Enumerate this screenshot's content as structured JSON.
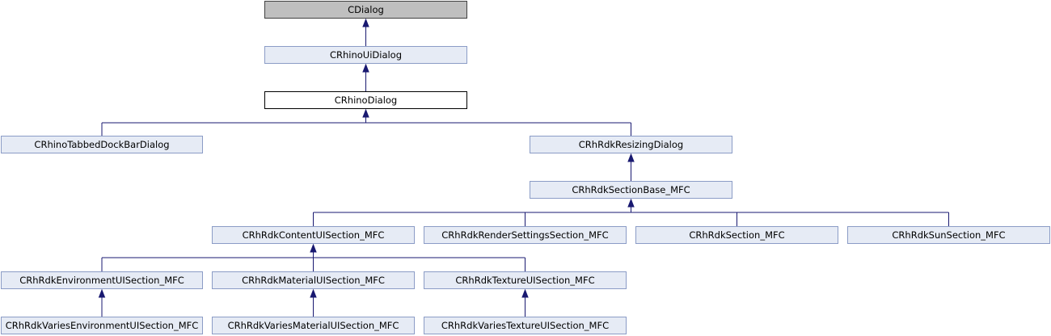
{
  "diagram": {
    "colors": {
      "node_fill": "#e6ebf5",
      "node_border": "#8b9cc6",
      "base_fill": "#bfbfbf",
      "edge": "#191970"
    },
    "nodes": {
      "cdialog": "CDialog",
      "crhinouidialog": "CRhinoUiDialog",
      "crhinodialog": "CRhinoDialog",
      "crhinotabbeddockbardialog": "CRhinoTabbedDockBarDialog",
      "crhrdkresizingdialog": "CRhRdkResizingDialog",
      "crhrdksectionbase_mfc": "CRhRdkSectionBase_MFC",
      "crhrdkcontentuisection_mfc": "CRhRdkContentUISection_MFC",
      "crhrdkrendersettingssection_mfc": "CRhRdkRenderSettingsSection_MFC",
      "crhrdksection_mfc": "CRhRdkSection_MFC",
      "crhrdksunsection_mfc": "CRhRdkSunSection_MFC",
      "crhrdkenvironmentuisection_mfc": "CRhRdkEnvironmentUISection_MFC",
      "crhrdkmaterialuisection_mfc": "CRhRdkMaterialUISection_MFC",
      "crhrdktextureuisection_mfc": "CRhRdkTextureUISection_MFC",
      "crhrdkvariesenvironmentuisection_mfc": "CRhRdkVariesEnvironmentUISection_MFC",
      "crhrdkvariesmaterialuisection_mfc": "CRhRdkVariesMaterialUISection_MFC",
      "crhrdkvariestextureuisection_mfc": "CRhRdkVariesTextureUISection_MFC"
    },
    "edges": [
      [
        "crhinouidialog",
        "cdialog"
      ],
      [
        "crhinodialog",
        "crhinouidialog"
      ],
      [
        "crhinotabbeddockbardialog",
        "crhinodialog"
      ],
      [
        "crhrdkresizingdialog",
        "crhinodialog"
      ],
      [
        "crhrdksectionbase_mfc",
        "crhrdkresizingdialog"
      ],
      [
        "crhrdkcontentuisection_mfc",
        "crhrdksectionbase_mfc"
      ],
      [
        "crhrdkrendersettingssection_mfc",
        "crhrdksectionbase_mfc"
      ],
      [
        "crhrdksection_mfc",
        "crhrdksectionbase_mfc"
      ],
      [
        "crhrdksunsection_mfc",
        "crhrdksectionbase_mfc"
      ],
      [
        "crhrdkenvironmentuisection_mfc",
        "crhrdkcontentuisection_mfc"
      ],
      [
        "crhrdkmaterialuisection_mfc",
        "crhrdkcontentuisection_mfc"
      ],
      [
        "crhrdktextureuisection_mfc",
        "crhrdkcontentuisection_mfc"
      ],
      [
        "crhrdkvariesenvironmentuisection_mfc",
        "crhrdkenvironmentuisection_mfc"
      ],
      [
        "crhrdkvariesmaterialuisection_mfc",
        "crhrdkmaterialuisection_mfc"
      ],
      [
        "crhrdkvariestextureuisection_mfc",
        "crhrdktextureuisection_mfc"
      ]
    ]
  }
}
